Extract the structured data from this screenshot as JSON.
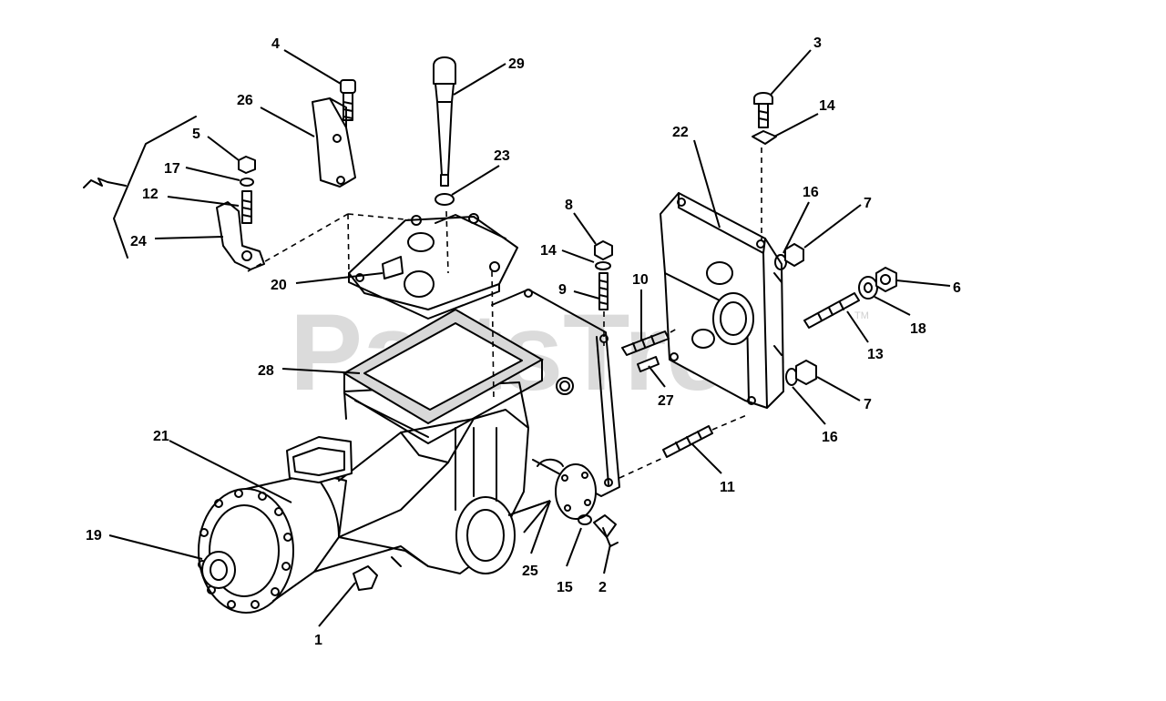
{
  "watermark": {
    "text": "PartsTree",
    "trademark": "TM"
  },
  "callouts": {
    "c1": "1",
    "c2": "2",
    "c3": "3",
    "c4": "4",
    "c5": "5",
    "c6": "6",
    "c7a": "7",
    "c7b": "7",
    "c8": "8",
    "c9": "9",
    "c10": "10",
    "c11": "11",
    "c12": "12",
    "c13": "13",
    "c14a": "14",
    "c14b": "14",
    "c15": "15",
    "c16a": "16",
    "c16b": "16",
    "c17": "17",
    "c18": "18",
    "c19": "19",
    "c20": "20",
    "c21": "21",
    "c22": "22",
    "c23": "23",
    "c24": "24",
    "c25": "25",
    "c26": "26",
    "c27": "27",
    "c28": "28",
    "c29": "29"
  }
}
